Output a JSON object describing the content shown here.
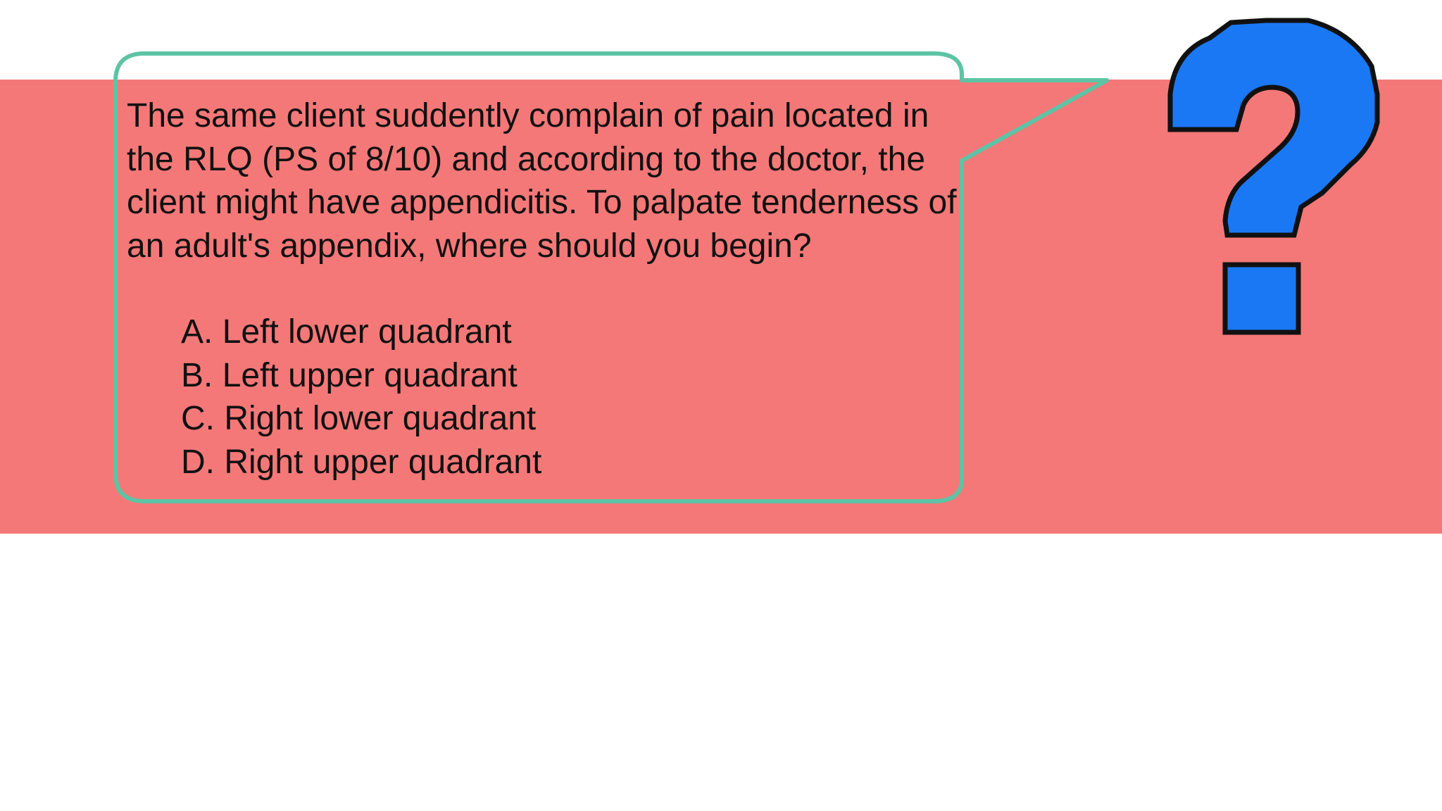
{
  "slide": {
    "question": "The same client suddently complain of pain located in the RLQ (PS of 8/10) and according to the doctor, the client might have appendicitis. To palpate tenderness of an adult's appendix, where should you begin?",
    "options": [
      "A. Left lower quadrant",
      "B. Left upper quadrant",
      "C. Right lower quadrant",
      "D. Right upper quadrant"
    ]
  },
  "icons": {
    "question_mark": "question-mark-icon"
  },
  "colors": {
    "band": "#f47878",
    "bubble_border": "#5cc4a4",
    "question_mark_fill": "#1a78f5",
    "question_mark_outline": "#111111",
    "text": "#111111"
  }
}
